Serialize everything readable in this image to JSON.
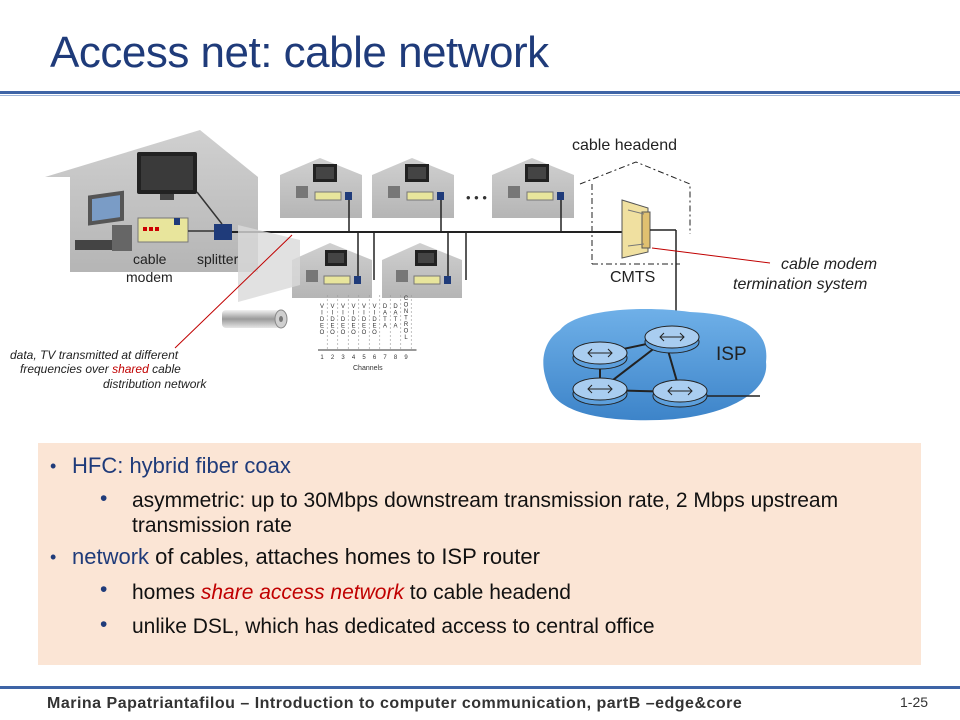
{
  "slide": {
    "title": "Access net: cable network",
    "footer": "Marina Papatriantafilou  –  Introduction to computer communication, partB –edge&core",
    "page": "1-25"
  },
  "diagram": {
    "cable_headend": "cable headend",
    "cmts": "CMTS",
    "cmts_note_line1": "cable modem",
    "cmts_note_line2": "termination system",
    "isp": "ISP",
    "cable_modem_1": "cable",
    "cable_modem_2": "modem",
    "splitter": "splitter",
    "ellipsis": "• • •",
    "channels_caption": "Channels",
    "channel_labels": [
      "VIDEO",
      "VIDEO",
      "VIDEO",
      "VIDEO",
      "VIDEO",
      "VIDEO",
      "DATA",
      "DATA",
      "CONTROL"
    ],
    "channel_numbers": [
      "1",
      "2",
      "3",
      "4",
      "5",
      "6",
      "7",
      "8",
      "9"
    ],
    "note_line1": "data, TV transmitted at different",
    "note_line2_a": "frequencies over ",
    "note_line2_b": "shared",
    "note_line2_c": " cable",
    "note_line3": "distribution network"
  },
  "bullets": {
    "b1": "HFC: hybrid fiber coax",
    "b1_sub": "asymmetric: up to 30Mbps downstream transmission rate, 2 Mbps upstream transmission rate",
    "b2_a": "network",
    "b2_b": " of cables, attaches homes to ISP router",
    "b2_sub1_a": "homes ",
    "b2_sub1_b": "share access network",
    "b2_sub1_c": " to cable headend",
    "b2_sub2": "unlike DSL, which has dedicated access to central office"
  },
  "colors": {
    "title": "#1f3b7a",
    "accent_red": "#c00000",
    "panel": "#fbe5d5",
    "isp_cloud": "#5b9bd5"
  }
}
